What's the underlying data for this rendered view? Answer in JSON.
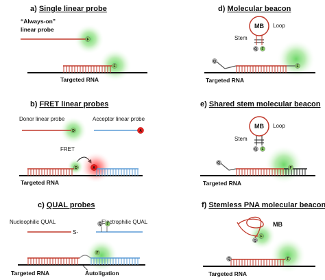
{
  "panels": {
    "a": {
      "prefix": "a) ",
      "title": "Single linear probe",
      "probe_label_1": "“Always-on”",
      "probe_label_2": "linear probe",
      "target": "Targeted RNA"
    },
    "b": {
      "prefix": "b) ",
      "title": "FRET linear probes",
      "donor": "Donor linear probe",
      "acceptor": "Acceptor linear probe",
      "fret": "FRET",
      "target": "Targeted RNA"
    },
    "c": {
      "prefix": "c) ",
      "title": "QUAL probes",
      "nucleophilic": "Nucleophilic QUAL",
      "electrophilic": "Electrophilic QUAL",
      "s_label": "S-",
      "target": "Targeted RNA",
      "autoligation": "Autoligation"
    },
    "d": {
      "prefix": "d) ",
      "title": "Molecular beacon",
      "mb": "MB",
      "loop": "Loop",
      "stem": "Stem",
      "target": "Targeted RNA"
    },
    "e": {
      "prefix": "e) ",
      "title": "Shared stem molecular beacon",
      "mb": "MB",
      "loop": "Loop",
      "stem": "Stem",
      "target": "Targeted RNA"
    },
    "f": {
      "prefix": "f) ",
      "title": "Stemless PNA molecular beacon",
      "mb": "MB",
      "target": "Targeted RNA"
    }
  },
  "markers": {
    "fluorophore": "F",
    "quencher": "Q",
    "donor": "D",
    "acceptor": "A"
  },
  "colors": {
    "probe_red": "#c0392b",
    "probe_blue": "#5b9bd5",
    "glow_green": "#5fd35a",
    "glow_red": "#ff3a3a",
    "dot_green": "#8ccf6a",
    "dot_gray": "#b9b9b9"
  }
}
